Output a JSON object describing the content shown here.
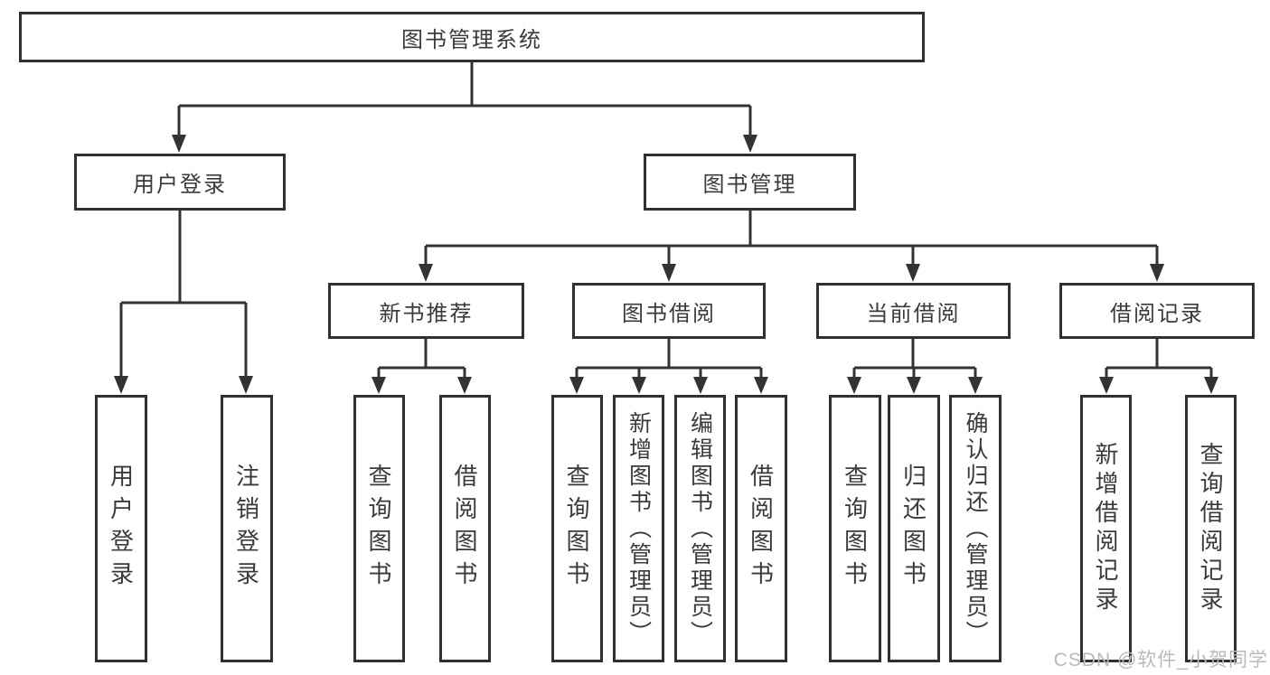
{
  "tree": {
    "root": {
      "label": "图书管理系统"
    },
    "branches": [
      {
        "label": "用户登录",
        "children": [
          {
            "label": "用户登录"
          },
          {
            "label": "注销登录"
          }
        ]
      },
      {
        "label": "图书管理",
        "children": [
          {
            "label": "新书推荐",
            "children": [
              {
                "label": "查询图书"
              },
              {
                "label": "借阅图书"
              }
            ]
          },
          {
            "label": "图书借阅",
            "children": [
              {
                "label": "查询图书"
              },
              {
                "label": "新增图书（管理员）"
              },
              {
                "label": "编辑图书（管理员）"
              },
              {
                "label": "借阅图书"
              }
            ]
          },
          {
            "label": "当前借阅",
            "children": [
              {
                "label": "查询图书"
              },
              {
                "label": "归还图书"
              },
              {
                "label": "确认归还（管理员）"
              }
            ]
          },
          {
            "label": "借阅记录",
            "children": [
              {
                "label": "新增借阅记录"
              },
              {
                "label": "查询借阅记录"
              }
            ]
          }
        ]
      }
    ]
  },
  "watermark": {
    "text": "CSDN @软件_小贺同学"
  },
  "colors": {
    "line": "#333333",
    "box_border": "#303030",
    "text": "#3a3a3a",
    "watermark": "#b9b9b9",
    "background": "#ffffff"
  }
}
